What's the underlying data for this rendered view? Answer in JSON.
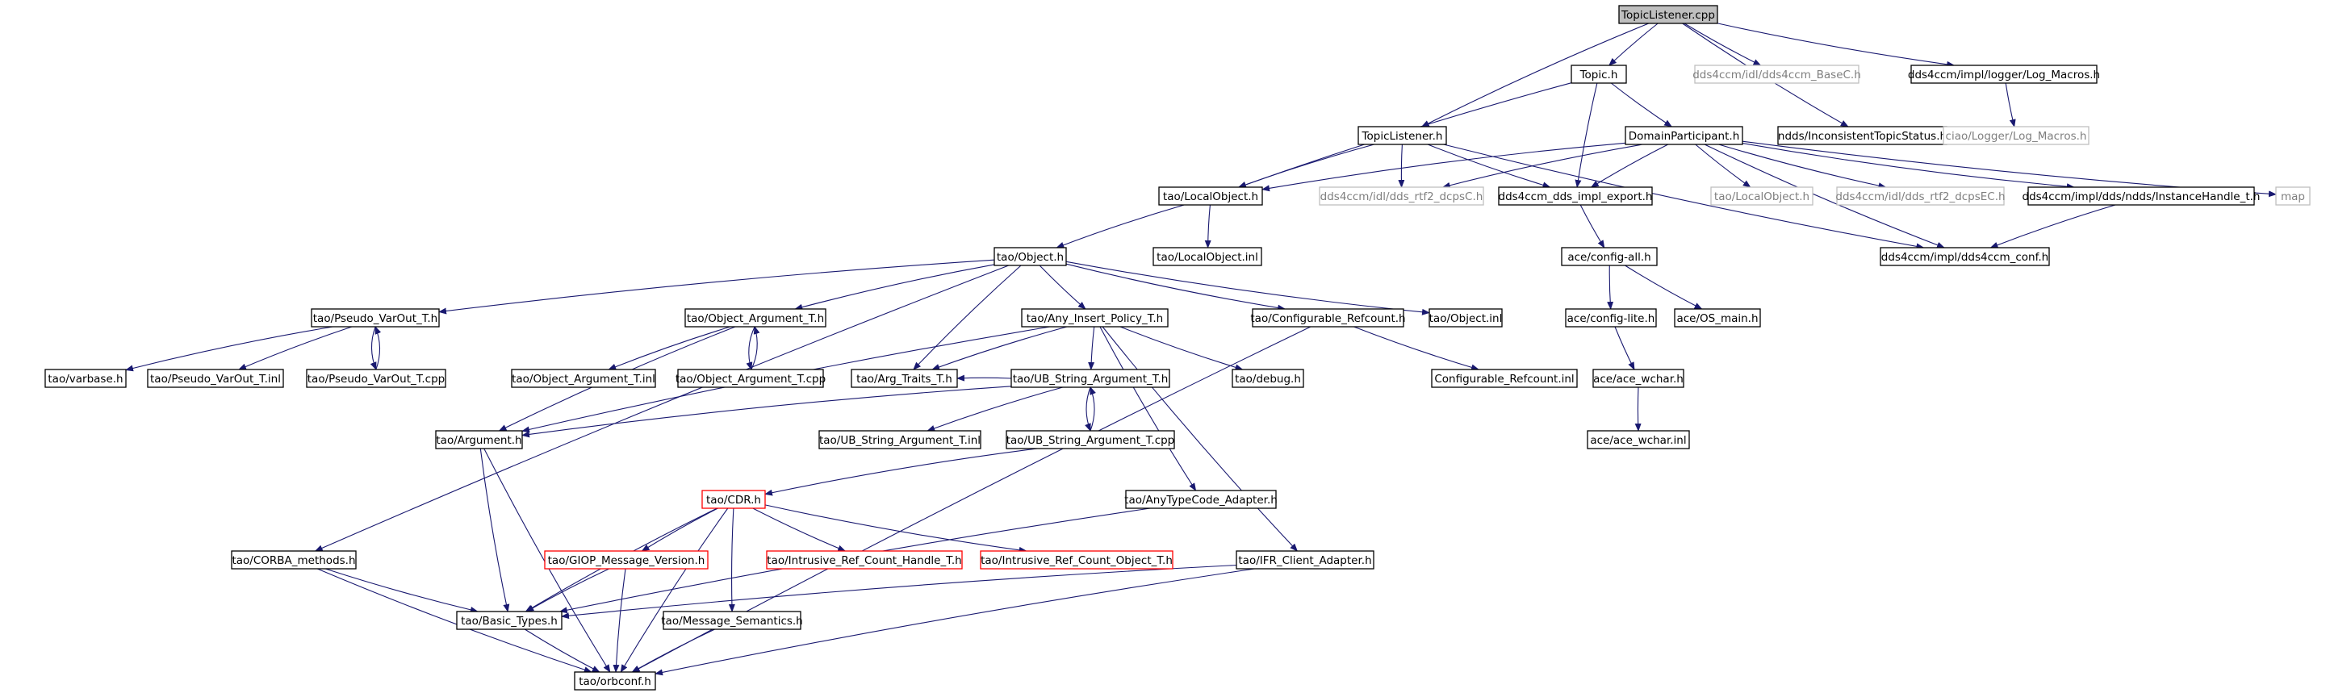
{
  "diagram": {
    "nodes": [
      {
        "id": "topiclistener_cpp",
        "label": "TopicListener.cpp",
        "kind": "root"
      },
      {
        "id": "topic_h",
        "label": "Topic.h"
      },
      {
        "id": "basec_h",
        "label": "dds4ccm/idl/dds4ccm_BaseC.h",
        "kind": "missing"
      },
      {
        "id": "impl_log_macros_h",
        "label": "dds4ccm/impl/logger/Log_Macros.h"
      },
      {
        "id": "topiclistener_h",
        "label": "TopicListener.h"
      },
      {
        "id": "domainparticipant_h",
        "label": "DomainParticipant.h"
      },
      {
        "id": "inconsistent_h",
        "label": "ndds/InconsistentTopicStatus.h"
      },
      {
        "id": "ciao_log_macros_h",
        "label": "ciao/Logger/Log_Macros.h",
        "kind": "missing"
      },
      {
        "id": "tao_localobject_h",
        "label": "tao/LocalObject.h"
      },
      {
        "id": "rtf2_dcpsc_h",
        "label": "dds4ccm/idl/dds_rtf2_dcpsC.h",
        "kind": "missing"
      },
      {
        "id": "impl_export_h",
        "label": "dds4ccm_dds_impl_export.h"
      },
      {
        "id": "tao_localobject_h2",
        "label": "tao/LocalObject.h",
        "kind": "missing"
      },
      {
        "id": "rtf2_dcpsec_h",
        "label": "dds4ccm/idl/dds_rtf2_dcpsEC.h",
        "kind": "missing"
      },
      {
        "id": "instancehandle_h",
        "label": "dds4ccm/impl/dds/ndds/InstanceHandle_t.h"
      },
      {
        "id": "map",
        "label": "map",
        "kind": "missing"
      },
      {
        "id": "tao_object_h",
        "label": "tao/Object.h"
      },
      {
        "id": "tao_localobject_inl",
        "label": "tao/LocalObject.inl"
      },
      {
        "id": "config_all_h",
        "label": "ace/config-all.h"
      },
      {
        "id": "dds4ccm_conf_h",
        "label": "dds4ccm/impl/dds4ccm_conf.h"
      },
      {
        "id": "pseudo_varout_t_h",
        "label": "tao/Pseudo_VarOut_T.h"
      },
      {
        "id": "object_argument_t_h",
        "label": "tao/Object_Argument_T.h"
      },
      {
        "id": "any_insert_policy_t_h",
        "label": "tao/Any_Insert_Policy_T.h"
      },
      {
        "id": "configurable_refcount_h",
        "label": "tao/Configurable_Refcount.h"
      },
      {
        "id": "tao_object_inl",
        "label": "tao/Object.inl"
      },
      {
        "id": "config_lite_h",
        "label": "ace/config-lite.h"
      },
      {
        "id": "os_main_h",
        "label": "ace/OS_main.h"
      },
      {
        "id": "varbase_h",
        "label": "tao/varbase.h"
      },
      {
        "id": "pseudo_varout_t_inl",
        "label": "tao/Pseudo_VarOut_T.inl"
      },
      {
        "id": "pseudo_varout_t_cpp",
        "label": "tao/Pseudo_VarOut_T.cpp"
      },
      {
        "id": "object_argument_t_inl",
        "label": "tao/Object_Argument_T.inl"
      },
      {
        "id": "object_argument_t_cpp",
        "label": "tao/Object_Argument_T.cpp"
      },
      {
        "id": "arg_traits_t_h",
        "label": "tao/Arg_Traits_T.h"
      },
      {
        "id": "ub_string_argument_t_h",
        "label": "tao/UB_String_Argument_T.h"
      },
      {
        "id": "debug_h",
        "label": "tao/debug.h"
      },
      {
        "id": "configurable_refcount_inl",
        "label": "Configurable_Refcount.inl"
      },
      {
        "id": "ace_wchar_h",
        "label": "ace/ace_wchar.h"
      },
      {
        "id": "argument_h",
        "label": "tao/Argument.h"
      },
      {
        "id": "ub_string_argument_t_inl",
        "label": "tao/UB_String_Argument_T.inl"
      },
      {
        "id": "ub_string_argument_t_cpp",
        "label": "tao/UB_String_Argument_T.cpp"
      },
      {
        "id": "ace_wchar_inl",
        "label": "ace/ace_wchar.inl"
      },
      {
        "id": "cdr_h",
        "label": "tao/CDR.h",
        "kind": "incomplete"
      },
      {
        "id": "anytypecode_adapter_h",
        "label": "tao/AnyTypeCode_Adapter.h"
      },
      {
        "id": "corba_methods_h",
        "label": "tao/CORBA_methods.h"
      },
      {
        "id": "giop_message_version_h",
        "label": "tao/GIOP_Message_Version.h",
        "kind": "incomplete"
      },
      {
        "id": "intrusive_handle_t_h",
        "label": "tao/Intrusive_Ref_Count_Handle_T.h",
        "kind": "incomplete"
      },
      {
        "id": "intrusive_object_t_h",
        "label": "tao/Intrusive_Ref_Count_Object_T.h",
        "kind": "incomplete"
      },
      {
        "id": "ifr_client_adapter_h",
        "label": "tao/IFR_Client_Adapter.h"
      },
      {
        "id": "basic_types_h",
        "label": "tao/Basic_Types.h"
      },
      {
        "id": "message_semantics_h",
        "label": "tao/Message_Semantics.h"
      },
      {
        "id": "orbconf_h",
        "label": "tao/orbconf.h"
      }
    ],
    "edges": [
      [
        "topiclistener_cpp",
        "topic_h"
      ],
      [
        "topiclistener_cpp",
        "basec_h"
      ],
      [
        "topiclistener_cpp",
        "impl_log_macros_h"
      ],
      [
        "topiclistener_cpp",
        "topiclistener_h"
      ],
      [
        "topiclistener_cpp",
        "inconsistent_h"
      ],
      [
        "topic_h",
        "domainparticipant_h"
      ],
      [
        "topic_h",
        "tao_localobject_h"
      ],
      [
        "topic_h",
        "impl_export_h"
      ],
      [
        "impl_log_macros_h",
        "ciao_log_macros_h"
      ],
      [
        "topiclistener_h",
        "tao_localobject_h"
      ],
      [
        "topiclistener_h",
        "rtf2_dcpsc_h"
      ],
      [
        "topiclistener_h",
        "impl_export_h"
      ],
      [
        "topiclistener_h",
        "dds4ccm_conf_h"
      ],
      [
        "domainparticipant_h",
        "tao_localobject_h"
      ],
      [
        "domainparticipant_h",
        "rtf2_dcpsc_h"
      ],
      [
        "domainparticipant_h",
        "impl_export_h"
      ],
      [
        "domainparticipant_h",
        "tao_localobject_h2"
      ],
      [
        "domainparticipant_h",
        "rtf2_dcpsec_h"
      ],
      [
        "domainparticipant_h",
        "instancehandle_h"
      ],
      [
        "domainparticipant_h",
        "map"
      ],
      [
        "domainparticipant_h",
        "dds4ccm_conf_h"
      ],
      [
        "instancehandle_h",
        "dds4ccm_conf_h"
      ],
      [
        "tao_localobject_h",
        "tao_object_h"
      ],
      [
        "tao_localobject_h",
        "tao_localobject_inl"
      ],
      [
        "impl_export_h",
        "config_all_h"
      ],
      [
        "config_all_h",
        "config_lite_h"
      ],
      [
        "config_all_h",
        "os_main_h"
      ],
      [
        "config_lite_h",
        "ace_wchar_h"
      ],
      [
        "ace_wchar_h",
        "ace_wchar_inl"
      ],
      [
        "tao_object_h",
        "pseudo_varout_t_h"
      ],
      [
        "tao_object_h",
        "object_argument_t_h"
      ],
      [
        "tao_object_h",
        "any_insert_policy_t_h"
      ],
      [
        "tao_object_h",
        "configurable_refcount_h"
      ],
      [
        "tao_object_h",
        "tao_object_inl"
      ],
      [
        "tao_object_h",
        "arg_traits_t_h"
      ],
      [
        "tao_object_h",
        "corba_methods_h"
      ],
      [
        "pseudo_varout_t_h",
        "varbase_h"
      ],
      [
        "pseudo_varout_t_h",
        "pseudo_varout_t_inl"
      ],
      [
        "pseudo_varout_t_h",
        "pseudo_varout_t_cpp"
      ],
      [
        "pseudo_varout_t_cpp",
        "pseudo_varout_t_h"
      ],
      [
        "object_argument_t_h",
        "argument_h"
      ],
      [
        "object_argument_t_h",
        "object_argument_t_inl"
      ],
      [
        "object_argument_t_h",
        "object_argument_t_cpp"
      ],
      [
        "object_argument_t_cpp",
        "object_argument_t_h"
      ],
      [
        "any_insert_policy_t_h",
        "arg_traits_t_h"
      ],
      [
        "any_insert_policy_t_h",
        "ub_string_argument_t_h"
      ],
      [
        "any_insert_policy_t_h",
        "debug_h"
      ],
      [
        "any_insert_policy_t_h",
        "argument_h"
      ],
      [
        "any_insert_policy_t_h",
        "anytypecode_adapter_h"
      ],
      [
        "any_insert_policy_t_h",
        "ifr_client_adapter_h"
      ],
      [
        "configurable_refcount_h",
        "configurable_refcount_inl"
      ],
      [
        "configurable_refcount_h",
        "orbconf_h"
      ],
      [
        "ub_string_argument_t_h",
        "arg_traits_t_h"
      ],
      [
        "ub_string_argument_t_h",
        "argument_h"
      ],
      [
        "ub_string_argument_t_h",
        "ub_string_argument_t_inl"
      ],
      [
        "ub_string_argument_t_h",
        "ub_string_argument_t_cpp"
      ],
      [
        "ub_string_argument_t_cpp",
        "ub_string_argument_t_h"
      ],
      [
        "ub_string_argument_t_cpp",
        "cdr_h"
      ],
      [
        "argument_h",
        "basic_types_h"
      ],
      [
        "argument_h",
        "orbconf_h"
      ],
      [
        "cdr_h",
        "giop_message_version_h"
      ],
      [
        "cdr_h",
        "intrusive_handle_t_h"
      ],
      [
        "cdr_h",
        "intrusive_object_t_h"
      ],
      [
        "cdr_h",
        "basic_types_h"
      ],
      [
        "cdr_h",
        "message_semantics_h"
      ],
      [
        "cdr_h",
        "orbconf_h"
      ],
      [
        "giop_message_version_h",
        "basic_types_h"
      ],
      [
        "giop_message_version_h",
        "orbconf_h"
      ],
      [
        "anytypecode_adapter_h",
        "basic_types_h"
      ],
      [
        "ifr_client_adapter_h",
        "basic_types_h"
      ],
      [
        "ifr_client_adapter_h",
        "orbconf_h"
      ],
      [
        "corba_methods_h",
        "basic_types_h"
      ],
      [
        "corba_methods_h",
        "orbconf_h"
      ],
      [
        "basic_types_h",
        "orbconf_h"
      ],
      [
        "message_semantics_h",
        "orbconf_h"
      ]
    ]
  }
}
